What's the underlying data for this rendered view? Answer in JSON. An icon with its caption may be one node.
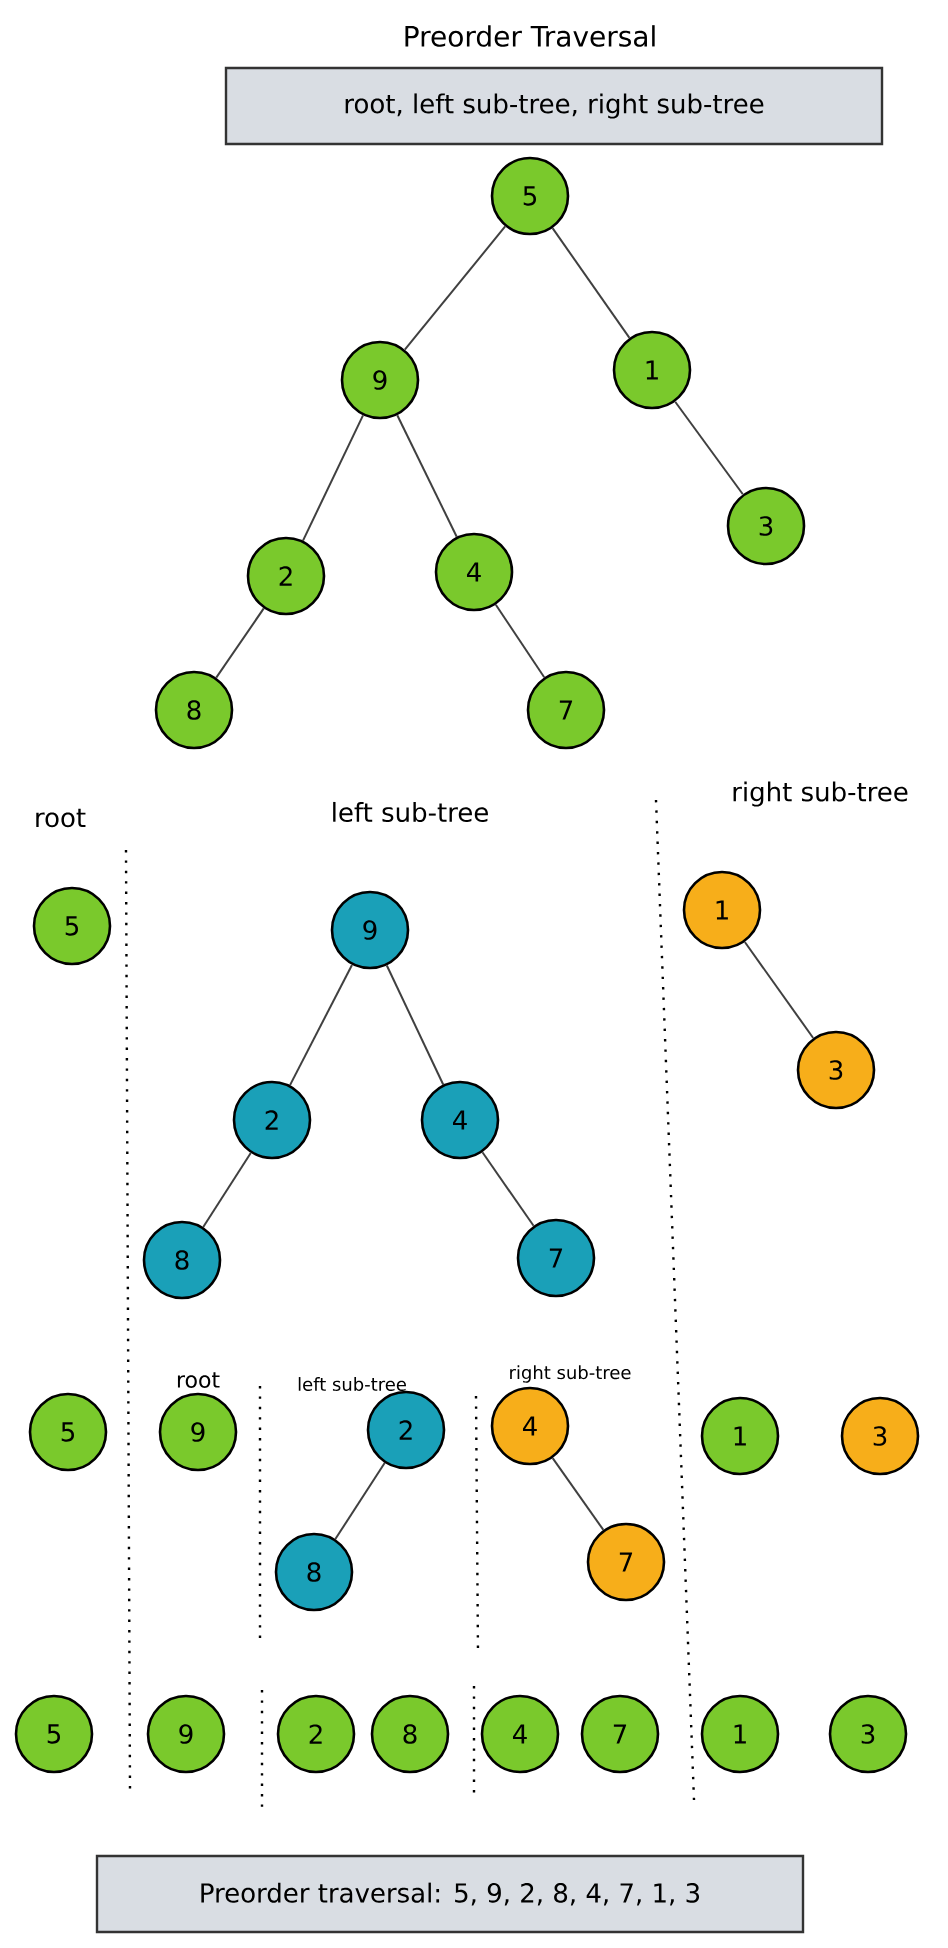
{
  "diagram": {
    "title": "Preorder Traversal",
    "nodes": [
      {
        "text": [
          "root, left sub-tree, right sub-tree"
        ]
      },
      {
        "text": [
          "5"
        ]
      },
      {
        "text": [
          "9"
        ]
      },
      {
        "text": [
          "1"
        ]
      },
      {
        "text": [
          "2"
        ]
      },
      {
        "text": [
          "4"
        ]
      },
      {
        "text": [
          "3"
        ]
      },
      {
        "text": [
          "8"
        ]
      },
      {
        "text": [
          "7"
        ]
      },
      {
        "text": [
          "5"
        ]
      },
      {
        "text": [
          "9"
        ]
      },
      {
        "text": [
          "1"
        ]
      },
      {
        "text": [
          "2"
        ]
      },
      {
        "text": [
          "4"
        ]
      },
      {
        "text": [
          "3"
        ]
      },
      {
        "text": [
          "8"
        ]
      },
      {
        "text": [
          "7"
        ]
      },
      {
        "text": [
          "5"
        ]
      },
      {
        "text": [
          "9"
        ]
      },
      {
        "text": [
          "2"
        ]
      },
      {
        "text": [
          "4"
        ]
      },
      {
        "text": [
          "1"
        ]
      },
      {
        "text": [
          "3"
        ]
      },
      {
        "text": [
          "8"
        ]
      },
      {
        "text": [
          "7"
        ]
      },
      {
        "text": [
          "5"
        ]
      },
      {
        "text": [
          "9"
        ]
      },
      {
        "text": [
          "2"
        ]
      },
      {
        "text": [
          "8"
        ]
      },
      {
        "text": [
          "4"
        ]
      },
      {
        "text": [
          "7"
        ]
      },
      {
        "text": [
          "1"
        ]
      },
      {
        "text": [
          "3"
        ]
      },
      {
        "text": [
          "Preorder traversal: 5, 9, 2, 8, 4, 7, 1, 3"
        ]
      }
    ],
    "edges": [
      {
        "from": 1,
        "to": 2,
        "arrow": "none"
      },
      {
        "from": 1,
        "to": 3,
        "arrow": "none"
      },
      {
        "from": 2,
        "to": 4,
        "arrow": "none"
      },
      {
        "from": 2,
        "to": 5,
        "arrow": "none"
      },
      {
        "from": 3,
        "to": 6,
        "arrow": "none"
      },
      {
        "from": 4,
        "to": 7,
        "arrow": "none"
      },
      {
        "from": 5,
        "to": 8,
        "arrow": "none"
      },
      {
        "from": 10,
        "to": 12,
        "arrow": "none"
      },
      {
        "from": 10,
        "to": 13,
        "arrow": "none"
      },
      {
        "from": 11,
        "to": 14,
        "arrow": "none"
      },
      {
        "from": 12,
        "to": 15,
        "arrow": "none"
      },
      {
        "from": 13,
        "to": 16,
        "arrow": "none"
      },
      {
        "from": 19,
        "to": 23,
        "arrow": "none"
      },
      {
        "from": 20,
        "to": 24,
        "arrow": "none"
      }
    ],
    "labels": [
      "root",
      "left sub-tree",
      "right sub-tree",
      "root",
      "left sub-tree",
      "right sub-tree"
    ]
  }
}
